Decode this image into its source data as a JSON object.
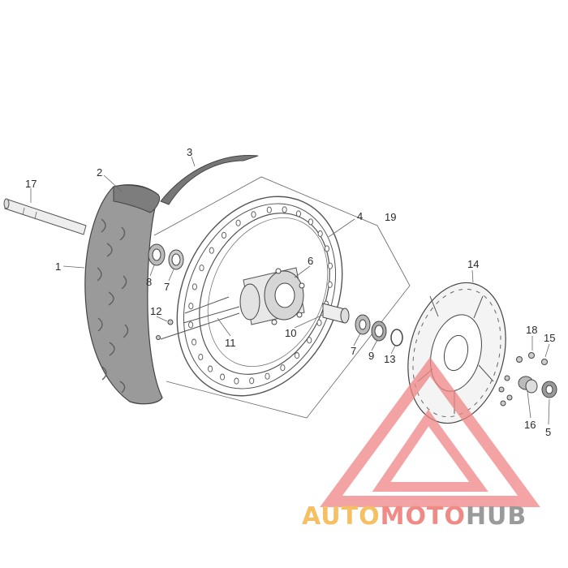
{
  "diagram": {
    "parts": [
      {
        "id": "p1",
        "number": "1"
      },
      {
        "id": "p2",
        "number": "2"
      },
      {
        "id": "p3",
        "number": "3"
      },
      {
        "id": "p4",
        "number": "4"
      },
      {
        "id": "p5",
        "number": "5"
      },
      {
        "id": "p6",
        "number": "6"
      },
      {
        "id": "p7a",
        "number": "7"
      },
      {
        "id": "p7b",
        "number": "7"
      },
      {
        "id": "p8",
        "number": "8"
      },
      {
        "id": "p9",
        "number": "9"
      },
      {
        "id": "p10",
        "number": "10"
      },
      {
        "id": "p11",
        "number": "11"
      },
      {
        "id": "p12",
        "number": "12"
      },
      {
        "id": "p13",
        "number": "13"
      },
      {
        "id": "p14",
        "number": "14"
      },
      {
        "id": "p15",
        "number": "15"
      },
      {
        "id": "p16",
        "number": "16"
      },
      {
        "id": "p17",
        "number": "17"
      },
      {
        "id": "p18",
        "number": "18"
      },
      {
        "id": "p19",
        "number": "19"
      }
    ]
  },
  "watermark": {
    "part_a": "AUTO",
    "part_b": "MOTO",
    "part_c": "HUB",
    "colors": {
      "auto": "#f5c064",
      "moto": "#ef8a87",
      "hub": "#9a9a9a",
      "triangle": "#f08585"
    }
  },
  "colors": {
    "line": "#555555",
    "tire": "#888888",
    "background": "#ffffff"
  }
}
